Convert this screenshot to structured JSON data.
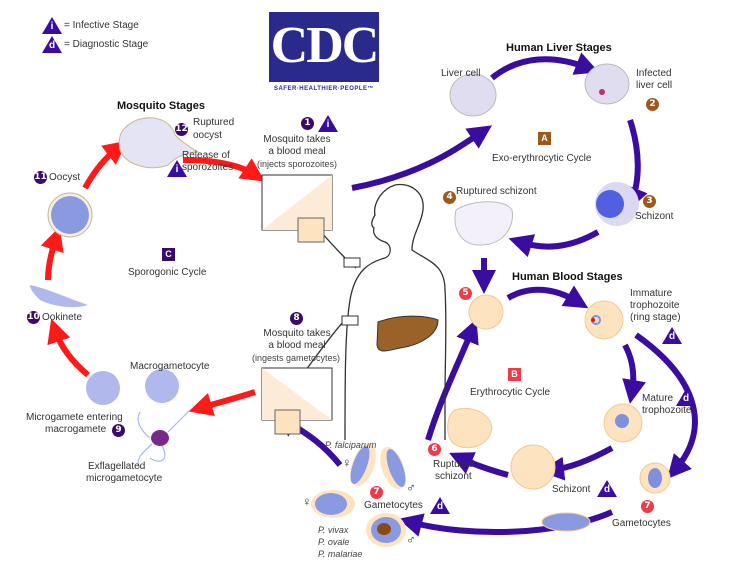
{
  "legend": {
    "infective_symbol": "i",
    "infective_label": "= Infective Stage",
    "diagnostic_symbol": "d",
    "diagnostic_label": "= Diagnostic Stage"
  },
  "logo": {
    "text": "CDC",
    "tagline": "SAFER·HEALTHIER·PEOPLE™"
  },
  "sections": {
    "mosquito": "Mosquito Stages",
    "liver": "Human Liver Stages",
    "blood": "Human Blood Stages"
  },
  "cycles": {
    "A": {
      "letter": "A",
      "label": "Exo-erythrocytic Cycle",
      "color": "#9a5a1c"
    },
    "B": {
      "letter": "B",
      "label": "Erythrocytic Cycle",
      "color": "#f03a4a"
    },
    "C": {
      "letter": "C",
      "label": "Sporogonic Cycle",
      "color": "#3a0a6a"
    }
  },
  "stages": {
    "s1": {
      "num": "1",
      "line1": "Mosquito takes",
      "line2": "a blood meal",
      "line3": "(injects sporozoites)"
    },
    "liver_cell": "Liver cell",
    "s2": {
      "num": "2",
      "line1": "Infected",
      "line2": "liver cell"
    },
    "s3": {
      "num": "3",
      "label": "Schizont"
    },
    "s4": {
      "num": "4",
      "label": "Ruptured schizont"
    },
    "s5": {
      "num": "5"
    },
    "immature": {
      "line1": "Immature",
      "line2": "trophozoite",
      "line3": "(ring stage)"
    },
    "mature": {
      "line1": "Mature",
      "line2": "trophozoite"
    },
    "schizont_blood": "Schizont",
    "s6": {
      "num": "6",
      "line1": "Ruptured",
      "line2": "schizont"
    },
    "s7a": {
      "num": "7",
      "label": "Gametocytes"
    },
    "s7b": {
      "num": "7",
      "label": "Gametocytes"
    },
    "falciparum": "P. falciparum",
    "species": [
      "P. vivax",
      "P. ovale",
      "P. malariae"
    ],
    "female_symbol": "♀",
    "male_symbol": "♂",
    "s8": {
      "num": "8",
      "line1": "Mosquito takes",
      "line2": "a blood meal",
      "line3": "(ingests gametocytes)"
    },
    "s9": {
      "num": "9",
      "line1": "Microgamete entering",
      "line2": "macrogamete"
    },
    "macro": "Macrogametocyte",
    "exflag": {
      "line1": "Exflagellated",
      "line2": "microgametocyte"
    },
    "s10": {
      "num": "10",
      "label": "Ookinete"
    },
    "s11": {
      "num": "11",
      "label": "Oocyst"
    },
    "s12": {
      "num": "12",
      "line1": "Ruptured",
      "line2": "oocyst"
    },
    "release": {
      "line1": "Release of",
      "line2": "sporozoites"
    }
  },
  "colors": {
    "human_arrow": "#3a0ca0",
    "mosquito_arrow": "#ff1a1a",
    "rbc": "#fde3c0",
    "parasite": "#8090e0",
    "liver": "#9a6228"
  }
}
